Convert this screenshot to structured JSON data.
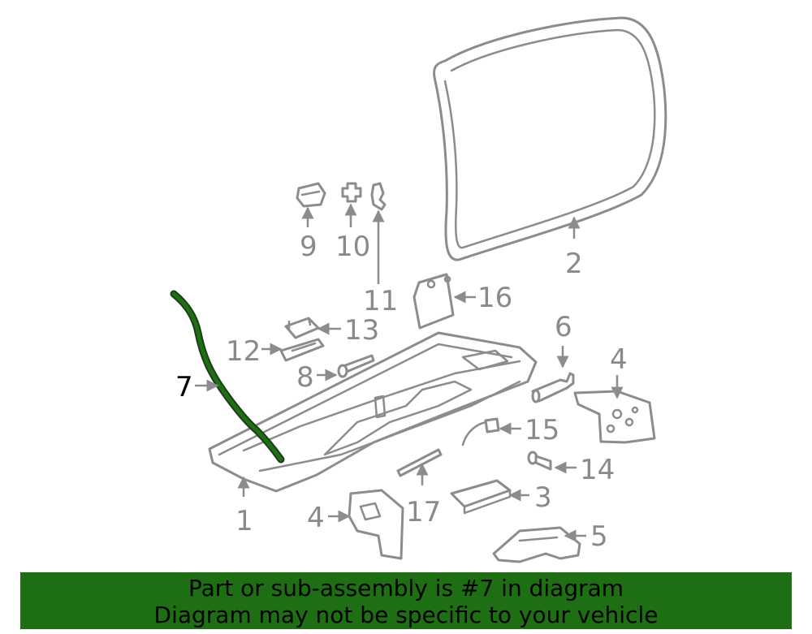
{
  "highlight_color": "#1e6e14",
  "highlighted_part": "7",
  "callouts": {
    "c1": "1",
    "c2": "2",
    "c3": "3",
    "c4a": "4",
    "c4b": "4",
    "c5": "5",
    "c6": "6",
    "c7": "7",
    "c8": "8",
    "c9": "9",
    "c10": "10",
    "c11": "11",
    "c12": "12",
    "c13": "13",
    "c14": "14",
    "c15": "15",
    "c16": "16",
    "c17": "17"
  },
  "banner": {
    "line1": "Part or sub-assembly is #7 in diagram",
    "line2": "Diagram may not be specific to your vehicle"
  }
}
